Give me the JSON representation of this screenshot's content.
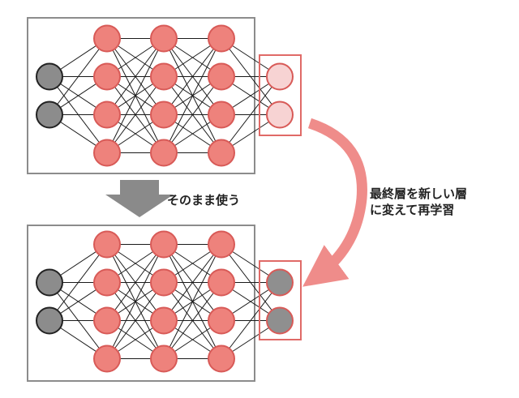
{
  "texts": {
    "reuse_label": "そのまま使う",
    "retrain_line1": "最終層を新しい層",
    "retrain_line2": "に変えて再学習"
  },
  "colors": {
    "hidden_node_fill": "#ee827c",
    "hidden_node_stroke": "#d85a57",
    "input_node_fill": "#8c8c8c",
    "input_node_stroke": "#222222",
    "old_output_fill": "#f7d3d3",
    "new_output_fill": "#8f8f8f",
    "highlight_stroke": "#e06a67",
    "arrow_fill": "#ef8c8a",
    "down_arrow_fill": "#8a8a8a",
    "panel_stroke": "#8c8c8c",
    "edge_stroke": "#1a1a1a"
  },
  "network": {
    "input_nodes": 2,
    "hidden_layers": [
      4,
      4,
      4
    ],
    "output_nodes": 2
  }
}
